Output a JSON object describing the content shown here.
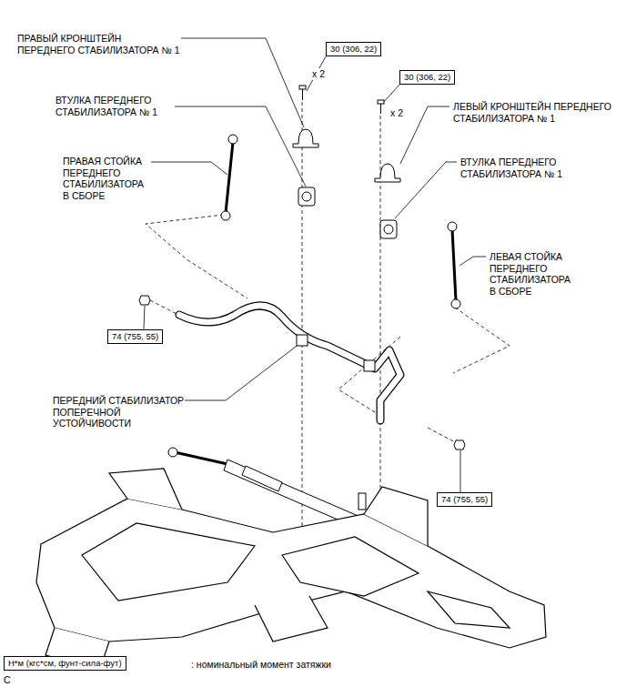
{
  "diagram": {
    "nodes": [
      {
        "text": [
          "30 (306, 22)"
        ]
      },
      {
        "text": [
          "30 (306, 22)"
        ]
      },
      {
        "text": [
          "74 (755, 55)"
        ]
      },
      {
        "text": [
          "74 (755, 55)"
        ]
      },
      {
        "text": [
          "Н*м (кгс*см, фунт-сила-фут)"
        ]
      }
    ],
    "labels": [
      "ПРАВЫЙ КРОНШТЕЙН ПЕРЕДНЕГО СТАБИЛИЗАТОРА № 1",
      "ВТУЛКА ПЕРЕДНЕГО СТАБИЛИЗАТОРА № 1",
      "ПРАВАЯ СТОЙКА ПЕРЕДНЕГО СТАБИЛИЗАТОРА В СБОРЕ",
      "ЛЕВЫЙ КРОНШТЕЙН ПЕРЕДНЕГО СТАБИЛИЗАТОРА № 1",
      "ВТУЛКА ПЕРЕДНЕГО СТАБИЛИЗАТОРА № 1",
      "ЛЕВАЯ СТОЙКА ПЕРЕДНЕГО СТАБИЛИЗАТОРА В СБОРЕ",
      "ПЕРЕДНИЙ СТАБИЛИЗАТОР ПОПЕРЕЧНОЙ УСТОЙЧИВОСТИ",
      "x 2",
      "x 2",
      ": номинальный момент затяжки",
      "C"
    ]
  }
}
